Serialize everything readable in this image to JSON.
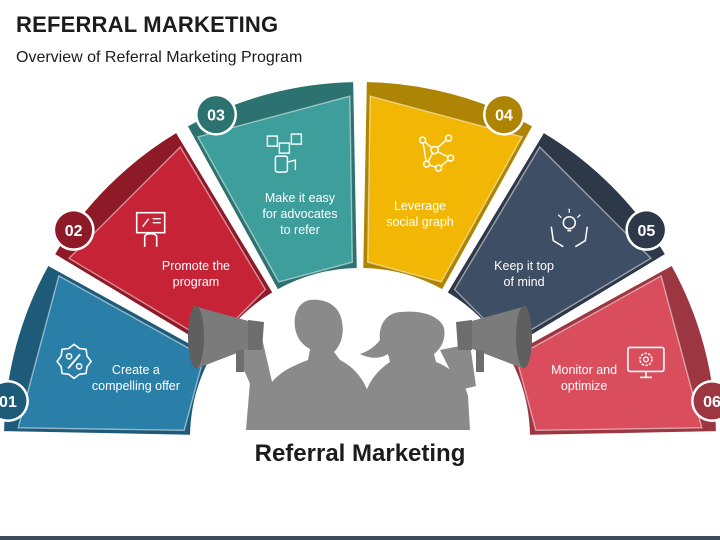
{
  "header": {
    "title": "REFERRAL MARKETING",
    "subtitle": "Overview of Referral Marketing Program"
  },
  "center_label": "Referral Marketing",
  "steps": [
    {
      "number": "01",
      "lines": [
        "Create a",
        "compelling offer"
      ],
      "color": "#2a7fa8",
      "icon": "percent-badge-icon"
    },
    {
      "number": "02",
      "lines": [
        "Promote the",
        "program"
      ],
      "color": "#c62436",
      "icon": "presentation-board-icon"
    },
    {
      "number": "03",
      "lines": [
        "Make it easy",
        "for advocates",
        "to refer"
      ],
      "color": "#3d9e9c",
      "icon": "social-share-phone-icon"
    },
    {
      "number": "04",
      "lines": [
        "Leverage",
        "social graph"
      ],
      "color": "#f2b705",
      "icon": "network-graph-icon"
    },
    {
      "number": "05",
      "lines": [
        "Keep it top",
        "of mind"
      ],
      "color": "#3e4e64",
      "icon": "idea-hands-icon"
    },
    {
      "number": "06",
      "lines": [
        "Monitor and",
        "optimize"
      ],
      "color": "#d94d5c",
      "icon": "monitor-gear-icon"
    }
  ]
}
